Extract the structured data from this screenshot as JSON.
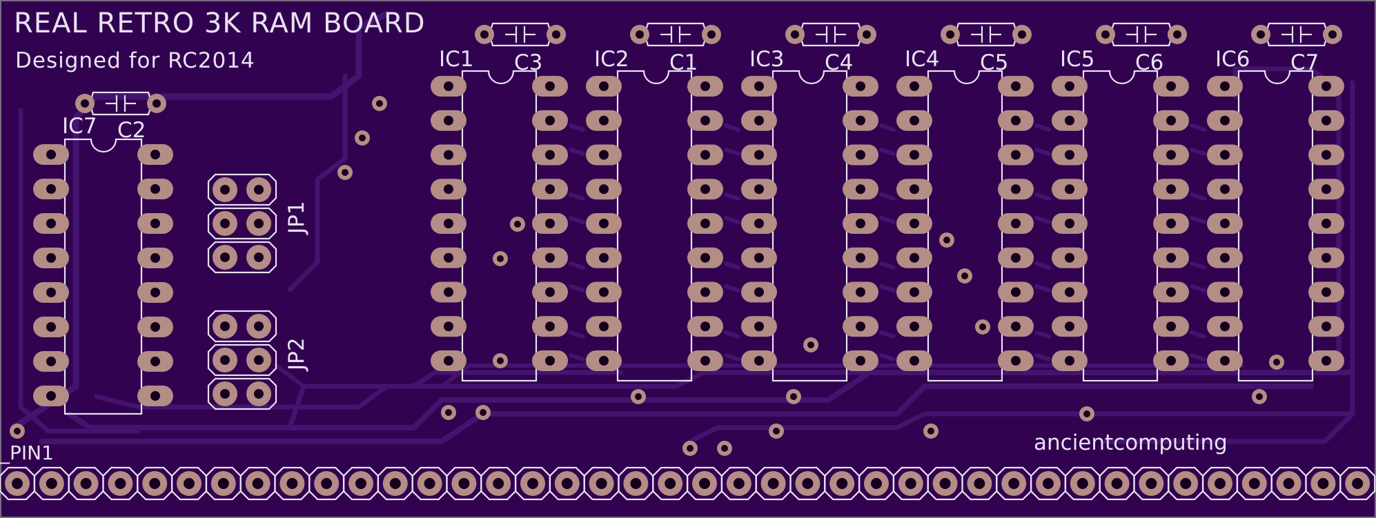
{
  "board": {
    "title": "REAL RETRO 3K RAM BOARD",
    "subtitle": "Designed for RC2014",
    "credit": "ancientcomputing",
    "pin1_label": "_PIN1",
    "colors": {
      "substrate": "#31024f",
      "trace": "#43146f",
      "silkscreen": "#e9e2f3",
      "copper_pad": "#b38d86",
      "drill_hole": "#17001f"
    }
  },
  "chips": [
    {
      "ref": "IC1",
      "cap": "C3"
    },
    {
      "ref": "IC2",
      "cap": "C1"
    },
    {
      "ref": "IC3",
      "cap": "C4"
    },
    {
      "ref": "IC4",
      "cap": "C5"
    },
    {
      "ref": "IC5",
      "cap": "C6"
    },
    {
      "ref": "IC6",
      "cap": "C7"
    }
  ],
  "ic7": {
    "ref": "IC7",
    "cap": "C2"
  },
  "jumpers": [
    {
      "ref": "JP1"
    },
    {
      "ref": "JP2"
    }
  ],
  "header": {
    "pin_count": 40
  }
}
